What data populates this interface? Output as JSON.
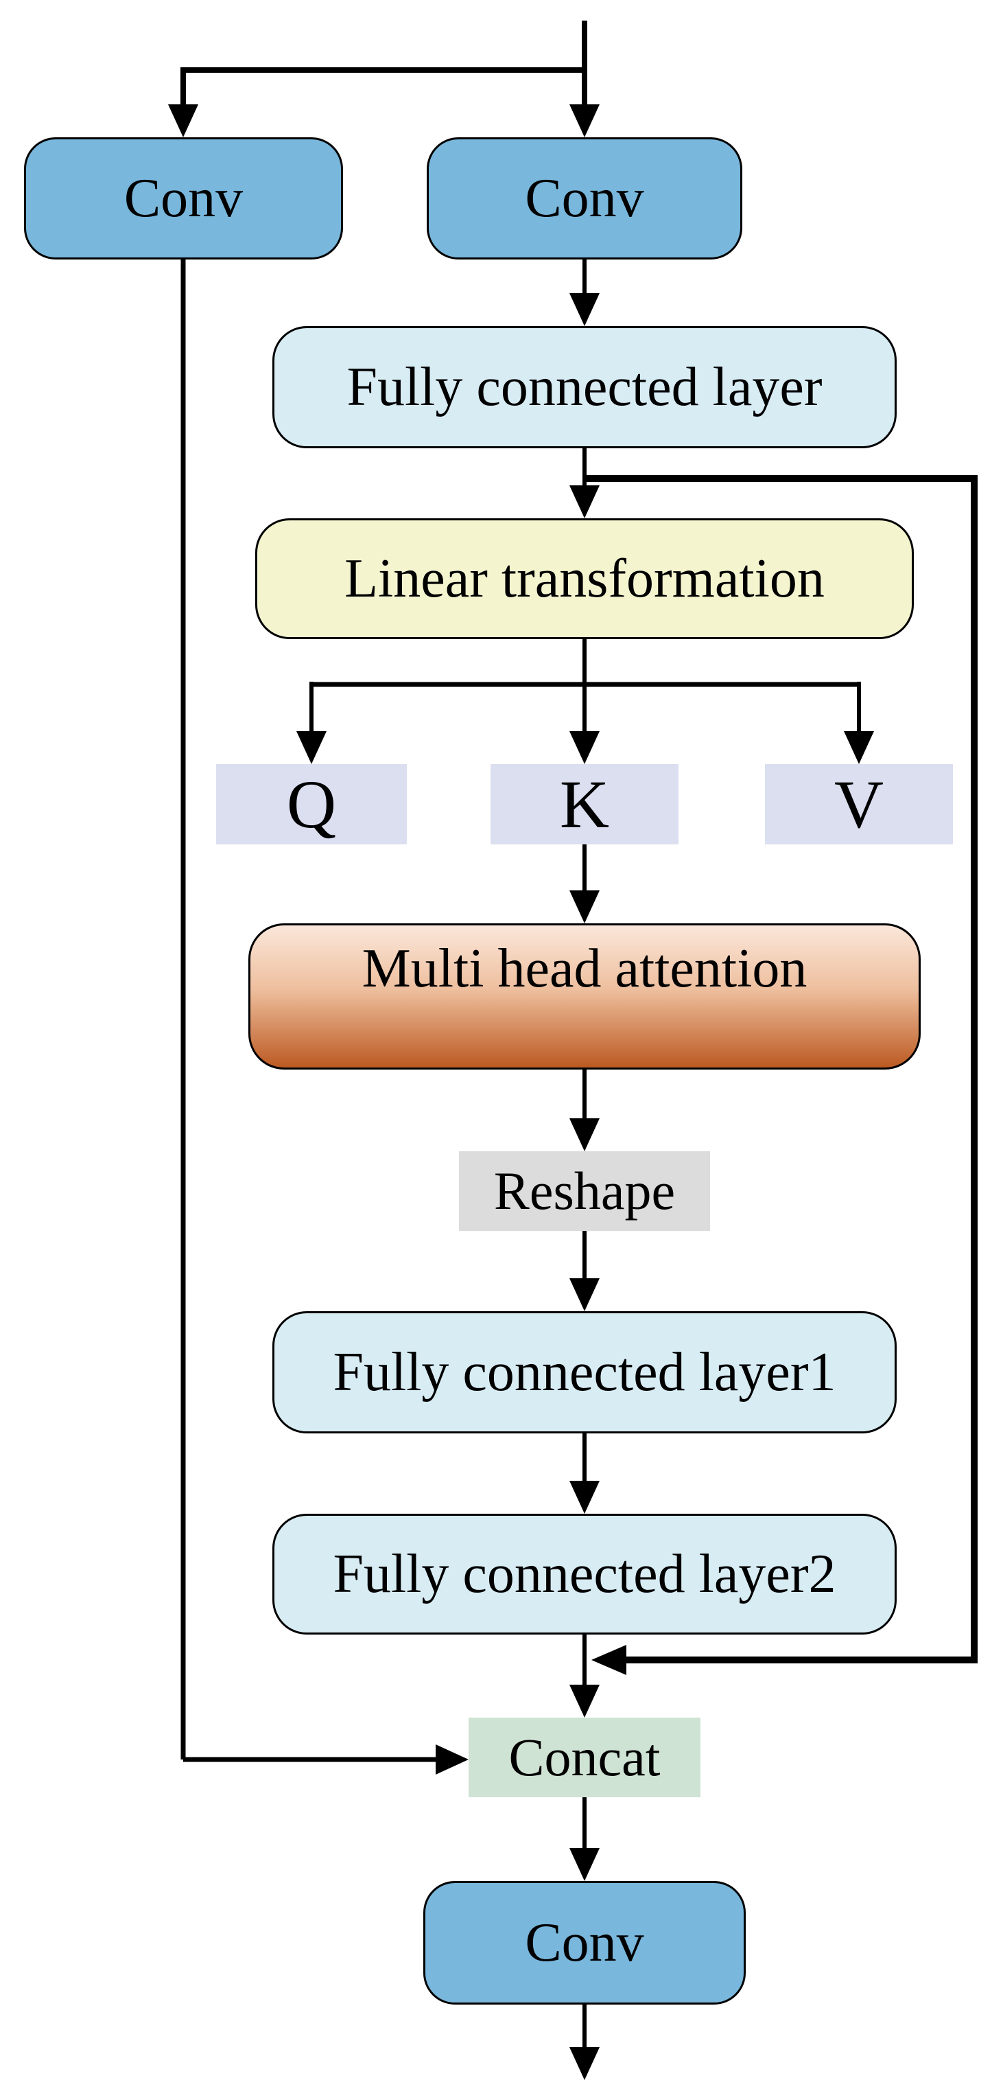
{
  "diagram": {
    "type": "flowchart",
    "description": "Neural network block with dual Conv branches, QKV multi-head attention path, residual bypasses and Concat fusion",
    "nodes": {
      "conv_left": {
        "label": "Conv"
      },
      "conv_top": {
        "label": "Conv"
      },
      "fc": {
        "label": "Fully connected layer"
      },
      "lt": {
        "label": "Linear transformation"
      },
      "q": {
        "label": "Q"
      },
      "k": {
        "label": "K"
      },
      "v": {
        "label": "V"
      },
      "mha": {
        "label": "Multi head attention"
      },
      "reshape": {
        "label": "Reshape"
      },
      "fc1": {
        "label": "Fully connected layer1"
      },
      "fc2": {
        "label": "Fully connected layer2"
      },
      "concat": {
        "label": "Concat"
      },
      "conv_out": {
        "label": "Conv"
      }
    },
    "edges": [
      {
        "from": "input",
        "to": "conv_top"
      },
      {
        "from": "input",
        "to": "conv_left"
      },
      {
        "from": "conv_top",
        "to": "fc"
      },
      {
        "from": "fc",
        "to": "lt"
      },
      {
        "from": "fc",
        "to": "concat_merge_bypass_right"
      },
      {
        "from": "lt",
        "to": "q"
      },
      {
        "from": "lt",
        "to": "k"
      },
      {
        "from": "lt",
        "to": "v"
      },
      {
        "from": "k",
        "to": "mha"
      },
      {
        "from": "mha",
        "to": "reshape"
      },
      {
        "from": "reshape",
        "to": "fc1"
      },
      {
        "from": "fc1",
        "to": "fc2"
      },
      {
        "from": "fc2",
        "to": "concat"
      },
      {
        "from": "conv_left",
        "to": "concat"
      },
      {
        "from": "concat",
        "to": "conv_out"
      },
      {
        "from": "conv_out",
        "to": "output"
      }
    ]
  },
  "colors": {
    "background": "#ffffff",
    "line": "#000000",
    "border": "#000000",
    "conv_fill": "#79b7dc",
    "fc_fill": "#d8ecf4",
    "lt_fill": "#f4f5cf",
    "qkv_fill": "#dbdff0",
    "mha_top": "#fbe7da",
    "mha_mid": "#eebf9e",
    "mha_bottom": "#bc5a22",
    "reshape_fill": "#dcdcdc",
    "concat_fill": "#cfe3d4"
  }
}
